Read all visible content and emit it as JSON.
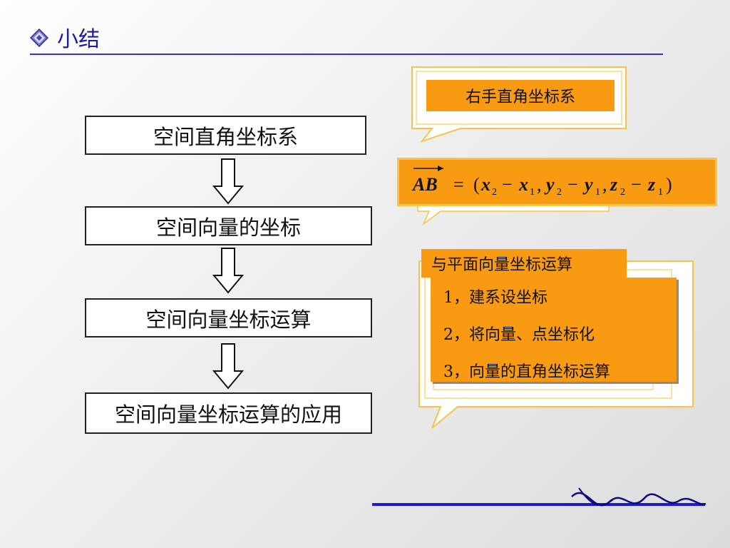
{
  "header": {
    "title": "小结"
  },
  "flow": {
    "steps": [
      "空间直角坐标系",
      "空间向量的坐标",
      "空间向量坐标运算",
      "空间向量坐标运算的应用"
    ]
  },
  "callouts": {
    "coordinate_system": "右手直角坐标系",
    "formula": {
      "lhs": "AB",
      "equals": "=",
      "x2": "x",
      "x2_sub": "2",
      "x1": "x",
      "x1_sub": "1",
      "y2": "y",
      "y2_sub": "2",
      "y1": "y",
      "y1_sub": "1",
      "z2": "z",
      "z2_sub": "2",
      "z1": "z",
      "z1_sub": "1"
    },
    "comparison": "与平面向量坐标运算",
    "steps": [
      "1，建系设坐标",
      "2，将向量、点坐标化",
      "3，向量的直角坐标运算"
    ]
  },
  "colors": {
    "title": "#1c1ca0",
    "rule": "#3333cc",
    "callout_orange": "#f89b12",
    "callout_border": "#f6c44a"
  }
}
